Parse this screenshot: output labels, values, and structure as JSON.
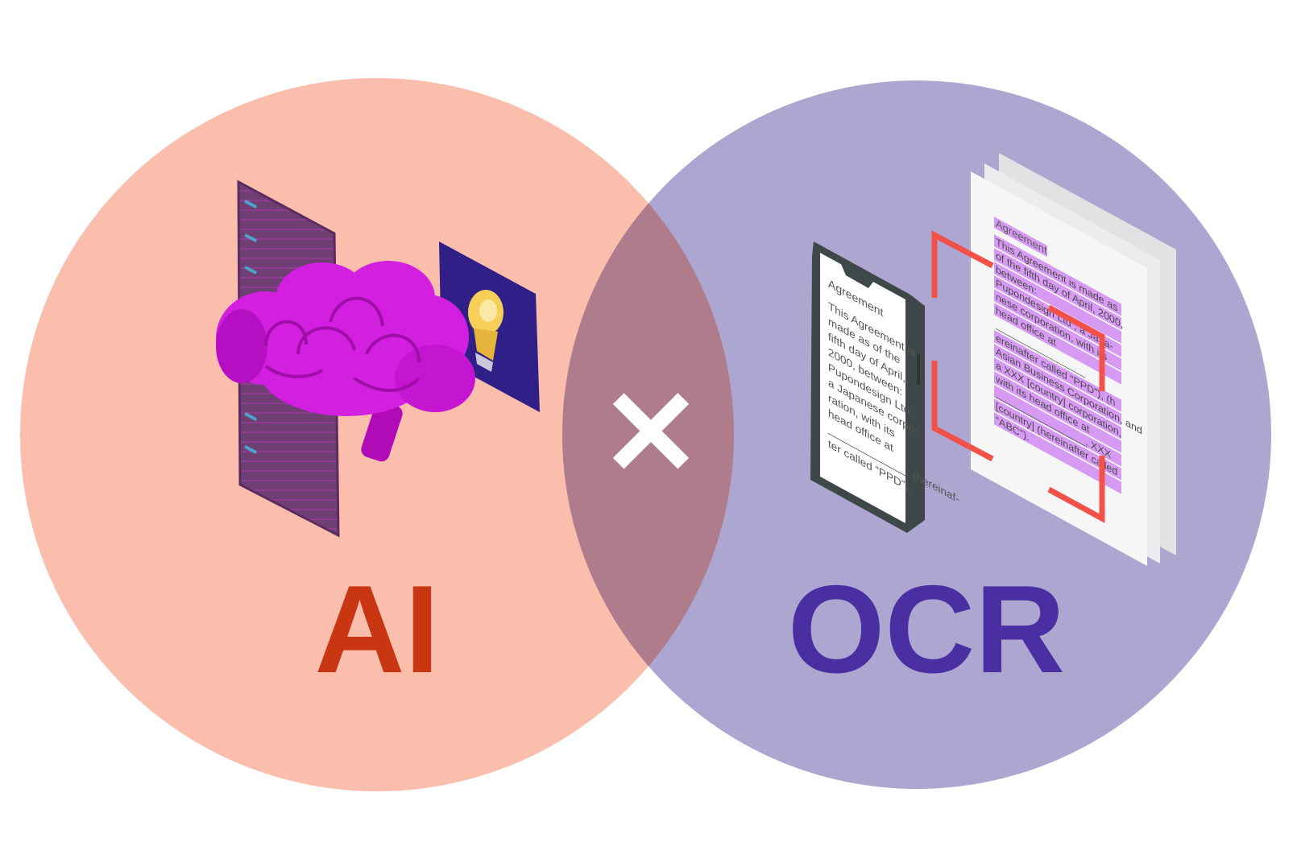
{
  "left": {
    "label": "AI",
    "label_color": "#C93612",
    "circle_color": "#FBBDAC"
  },
  "right": {
    "label": "OCR",
    "label_color": "#4A2FA3",
    "circle_color": "#ADA6D0"
  },
  "overlap_color": "#AF7C8C",
  "operator": "✕",
  "phone_document": {
    "title": "Agreement",
    "lines": [
      "This Agreement is",
      "made as of the",
      "fifth day of April,",
      "2000, between:",
      "Pupondesign Ltd ,",
      "a Japanese corpo-",
      "ration, with its",
      "head office at",
      "______________(hereinaf-",
      "ter called “PPD”),"
    ]
  },
  "paper_document": {
    "title": "Agreement",
    "lines": [
      "This Agreement is made as",
      "of the fifth day of April, 2000,",
      "between:",
      "Pupondesign Ltd , a Japa-",
      "nese corporation, with its",
      "head office at",
      "________________",
      "ereinafter called “PPD”),  (h",
      "Asian Business Corporation, and",
      "a XXX [country] corporation,",
      "with its head office at",
      "________________, XXX",
      "[country] (hereinafter called",
      "“ABC”)."
    ]
  },
  "icons": {
    "brain": "brain-icon",
    "server": "server-rack-icon",
    "idea": "lightbulb-icon",
    "phone": "smartphone-icon",
    "document": "document-stack-icon",
    "scan": "scan-frame-icon"
  }
}
